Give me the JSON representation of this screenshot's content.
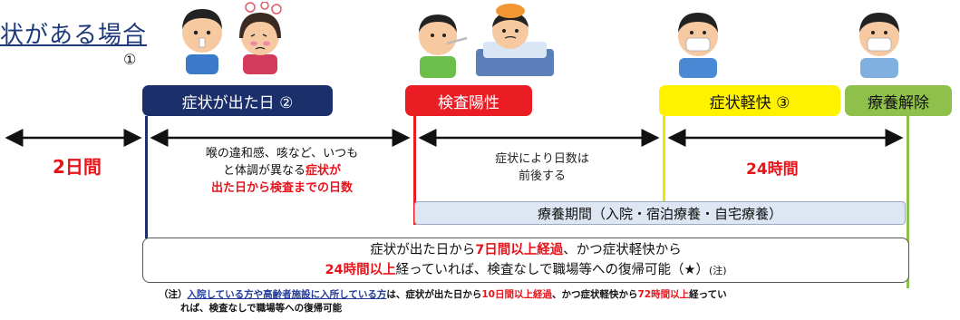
{
  "title": {
    "text": "状がある場合",
    "number": "①"
  },
  "stages": {
    "onset": "症状が出た日 ②",
    "positive": "検査陽性",
    "mild": "症状軽快 ③",
    "release": "療養解除"
  },
  "segments": {
    "before": "2日間",
    "onset_note_1": "喉の違和感、咳など、いつも",
    "onset_note_2": "と体調が異なる",
    "onset_note_2_red": "症状が",
    "onset_note_3_red": "出た日から検査までの日数",
    "positive_note_1": "症状により日数は",
    "positive_note_2": "前後する",
    "after_mild": "24時間"
  },
  "period_bar": "療養期間（入院・宿泊療養・自宅療養）",
  "main_bar": {
    "l1_a": "症状が出た日から",
    "l1_red": "7日間以上経過",
    "l1_b": "、かつ症状軽快から",
    "l2_red": "24時間以上",
    "l2_b": "経っていれば、検査なしで職場等への復帰可能（★）",
    "l2_note": "(注)"
  },
  "footnote": {
    "prefix": "（注）",
    "blue": "入院している方や高齢者施設に入所している方",
    "mid1": "は、症状が出た日から",
    "red1": "10日間以上経過",
    "mid2": "、かつ症状軽快から",
    "red2": "72時間以上",
    "mid3": "経ってい",
    "line2": "れば、検査なしで職場等への復帰可能"
  },
  "colors": {
    "onset": "#1b2f6b",
    "positive": "#ea1c24",
    "mild": "#fff200",
    "release": "#8fc04b",
    "accent_red": "#e8141c"
  },
  "icons": {
    "sick_boy": "sick-boy-icon",
    "sick_girl": "sick-girl-icon",
    "test_swab": "test-swab-icon",
    "bedridden": "bedridden-person-icon",
    "masked_boy": "masked-person-icon",
    "masked_man": "masked-person-icon"
  }
}
